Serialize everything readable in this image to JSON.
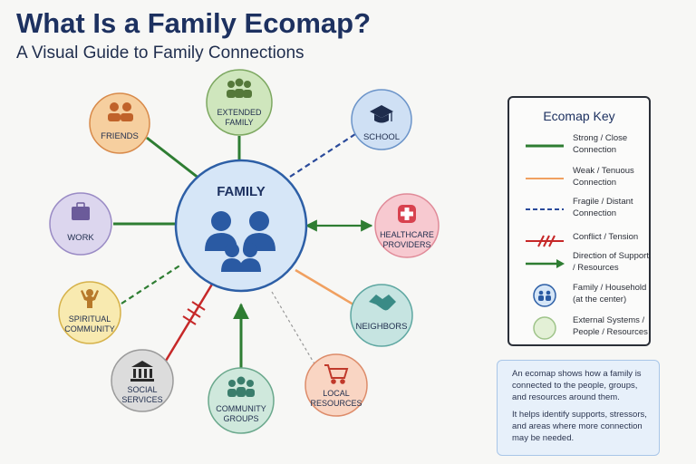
{
  "header": {
    "title": "What Is a Family Ecomap?",
    "subtitle": "A Visual Guide to Family Connections"
  },
  "center": {
    "label": "FAMILY",
    "icon": "family-icon",
    "color": "#d6e6f7"
  },
  "systems": [
    {
      "id": "friends",
      "lines": [
        "FRIENDS"
      ],
      "icon": "people-icon",
      "color": "#f6cf9f",
      "icon_color": "#c0622a",
      "connection": "strong"
    },
    {
      "id": "extended-family",
      "lines": [
        "EXTENDED",
        "FAMILY"
      ],
      "icon": "group-icon",
      "color": "#cfe6bd",
      "icon_color": "#55783a",
      "connection": "strong"
    },
    {
      "id": "school",
      "lines": [
        "SCHOOL"
      ],
      "icon": "graduation-cap-icon",
      "color": "#cfe0f4",
      "icon_color": "#1f2d4d",
      "connection": "fragile"
    },
    {
      "id": "healthcare-providers",
      "lines": [
        "HEALTHCARE",
        "PROVIDERS"
      ],
      "icon": "medical-cross-icon",
      "color": "#f7c9d0",
      "icon_color": "#d8424f",
      "connection": "strong-bidirectional"
    },
    {
      "id": "neighbors",
      "lines": [
        "NEIGHBORS"
      ],
      "icon": "handshake-icon",
      "color": "#c6e4e1",
      "icon_color": "#3a8b86",
      "connection": "weak"
    },
    {
      "id": "local-resources",
      "lines": [
        "LOCAL",
        "RESOURCES"
      ],
      "icon": "shopping-cart-icon",
      "color": "#f9d5c3",
      "icon_color": "#c0392b",
      "connection": "fragile-thin"
    },
    {
      "id": "community-groups",
      "lines": [
        "COMMUNITY",
        "GROUPS"
      ],
      "icon": "community-icon",
      "color": "#cfe8dc",
      "icon_color": "#3a7d6c",
      "connection": "strong-toward-family"
    },
    {
      "id": "social-services",
      "lines": [
        "SOCIAL",
        "SERVICES"
      ],
      "icon": "government-building-icon",
      "color": "#dcdcdc",
      "icon_color": "#2a2a2a",
      "connection": "conflict"
    },
    {
      "id": "spiritual-community",
      "lines": [
        "SPIRITUAL",
        "COMMUNITY"
      ],
      "icon": "spiritual-figure-icon",
      "color": "#f8eab0",
      "icon_color": "#b7792a",
      "connection": "fragile-green"
    },
    {
      "id": "work",
      "lines": [
        "WORK"
      ],
      "icon": "briefcase-icon",
      "color": "#dcd6ee",
      "icon_color": "#6b5b9a",
      "connection": "strong"
    }
  ],
  "key": {
    "title": "Ecomap Key",
    "items": [
      {
        "symbol": "strong",
        "label": "Strong / Close Connection"
      },
      {
        "symbol": "weak",
        "label": "Weak / Tenuous Connection"
      },
      {
        "symbol": "fragile",
        "label": "Fragile / Distant Connection"
      },
      {
        "symbol": "conflict",
        "label": "Conflict / Tension"
      },
      {
        "symbol": "direction",
        "label": "Direction of Support / Resources"
      },
      {
        "symbol": "household",
        "label": "Family / Household (at the center)"
      },
      {
        "symbol": "external",
        "label": "External Systems / People / Resources"
      }
    ]
  },
  "info": {
    "paragraph1": "An ecomap shows how a family is connected to the people, groups, and resources around them.",
    "paragraph2": "It helps identify supports, stressors, and areas where more connection may be needed."
  },
  "colors": {
    "strong": "#2e7d32",
    "weak": "#f0a060",
    "fragile": "#2a4a9a",
    "conflict": "#c62828",
    "title": "#1d3160"
  }
}
